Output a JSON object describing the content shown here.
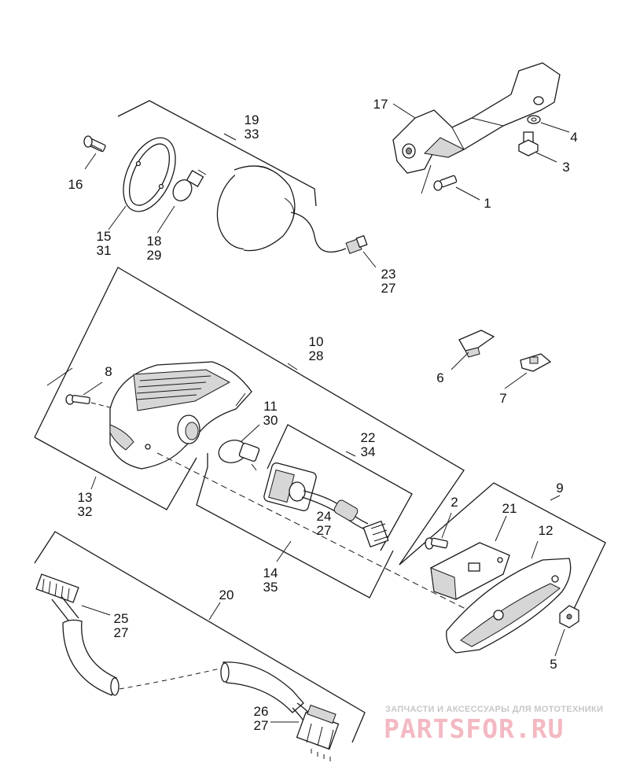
{
  "diagram": {
    "callouts": [
      {
        "id": "c1",
        "lines": [
          "1"
        ]
      },
      {
        "id": "c2",
        "lines": [
          "2"
        ]
      },
      {
        "id": "c3",
        "lines": [
          "3"
        ]
      },
      {
        "id": "c4",
        "lines": [
          "4"
        ]
      },
      {
        "id": "c5",
        "lines": [
          "5"
        ]
      },
      {
        "id": "c6",
        "lines": [
          "6"
        ]
      },
      {
        "id": "c7",
        "lines": [
          "7"
        ]
      },
      {
        "id": "c8",
        "lines": [
          "8"
        ]
      },
      {
        "id": "c9",
        "lines": [
          "9"
        ]
      },
      {
        "id": "c10",
        "lines": [
          "10",
          "28"
        ]
      },
      {
        "id": "c11",
        "lines": [
          "11",
          "30"
        ]
      },
      {
        "id": "c12",
        "lines": [
          "12"
        ]
      },
      {
        "id": "c13",
        "lines": [
          "13",
          "32"
        ]
      },
      {
        "id": "c14",
        "lines": [
          "14",
          "35"
        ]
      },
      {
        "id": "c15",
        "lines": [
          "15",
          "31"
        ]
      },
      {
        "id": "c16",
        "lines": [
          "16"
        ]
      },
      {
        "id": "c17",
        "lines": [
          "17"
        ]
      },
      {
        "id": "c18",
        "lines": [
          "18",
          "29"
        ]
      },
      {
        "id": "c19",
        "lines": [
          "19",
          "33"
        ]
      },
      {
        "id": "c20",
        "lines": [
          "20"
        ]
      },
      {
        "id": "c21",
        "lines": [
          "21"
        ]
      },
      {
        "id": "c22",
        "lines": [
          "22",
          "34"
        ]
      },
      {
        "id": "c23",
        "lines": [
          "23",
          "27"
        ]
      },
      {
        "id": "c24",
        "lines": [
          "24",
          "27"
        ]
      },
      {
        "id": "c25",
        "lines": [
          "25",
          "27"
        ]
      },
      {
        "id": "c26",
        "lines": [
          "26",
          "27"
        ]
      }
    ]
  },
  "watermark": {
    "tagline": "ЗАПЧАСТИ И АКСЕССУАРЫ ДЛЯ МОТОТЕХНИКИ",
    "logo": "PARTSFOR.RU"
  }
}
